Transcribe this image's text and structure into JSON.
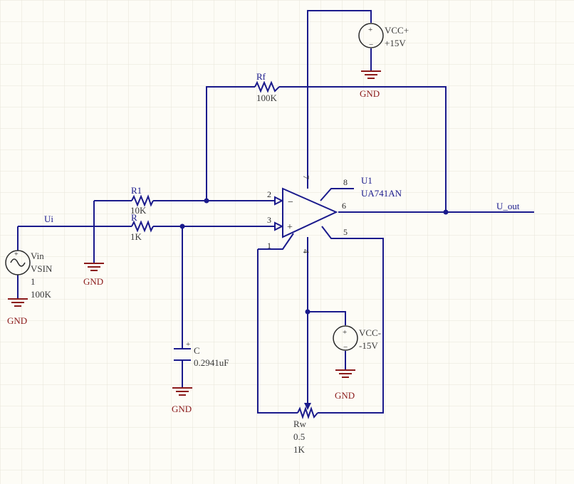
{
  "nets": {
    "input": "Ui",
    "output": "U_out"
  },
  "components": {
    "vin": {
      "ref": "Vin",
      "model": "VSIN",
      "amplitude": "1",
      "frequency": "100K"
    },
    "r1": {
      "ref": "R1",
      "value": "10K"
    },
    "r": {
      "ref": "R",
      "value": "1K"
    },
    "rf": {
      "ref": "Rf",
      "value": "100K"
    },
    "c": {
      "ref": "C",
      "value": "0.2941uF",
      "plus": "+"
    },
    "u1": {
      "ref": "U1",
      "model": "UA741AN",
      "minus": "−",
      "plus": "+"
    },
    "vccp": {
      "ref": "VCC+",
      "value": "+15V"
    },
    "vccn": {
      "ref": "VCC-",
      "value": "-15V"
    },
    "rw": {
      "ref": "Rw",
      "setting": "0.5",
      "value": "1K"
    }
  },
  "pins": {
    "p1": "1",
    "p2": "2",
    "p3": "3",
    "p4": "4",
    "p5": "5",
    "p6": "6",
    "p7": "7",
    "p8": "8"
  },
  "ground_label": "GND",
  "colors": {
    "wire": "#1a1a8c",
    "ground": "#8b1a1a",
    "source": "#f3e44a",
    "grid": "#e6e4d8",
    "background": "#fdfcf6"
  }
}
